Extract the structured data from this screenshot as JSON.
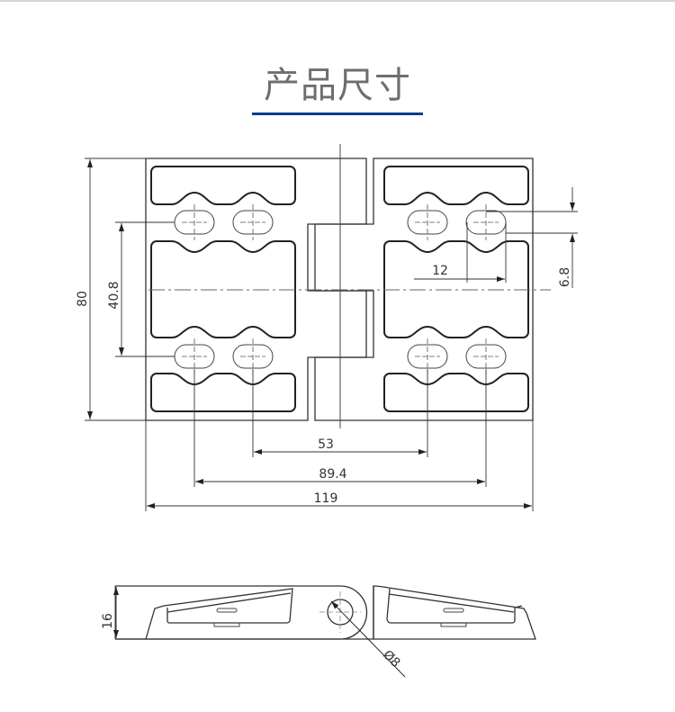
{
  "header": {
    "title": "产品尺寸",
    "accent_color": "#0a3d8f"
  },
  "drawing": {
    "top_view": {
      "height": "80",
      "hole_spacing_vertical": "40.8",
      "slot_length": "12",
      "slot_offset": "6.8",
      "inner_hole_spacing": "53",
      "outer_hole_spacing": "89.4",
      "overall_width": "119"
    },
    "side_view": {
      "thickness": "16",
      "pin_diameter": "Ø8"
    }
  }
}
